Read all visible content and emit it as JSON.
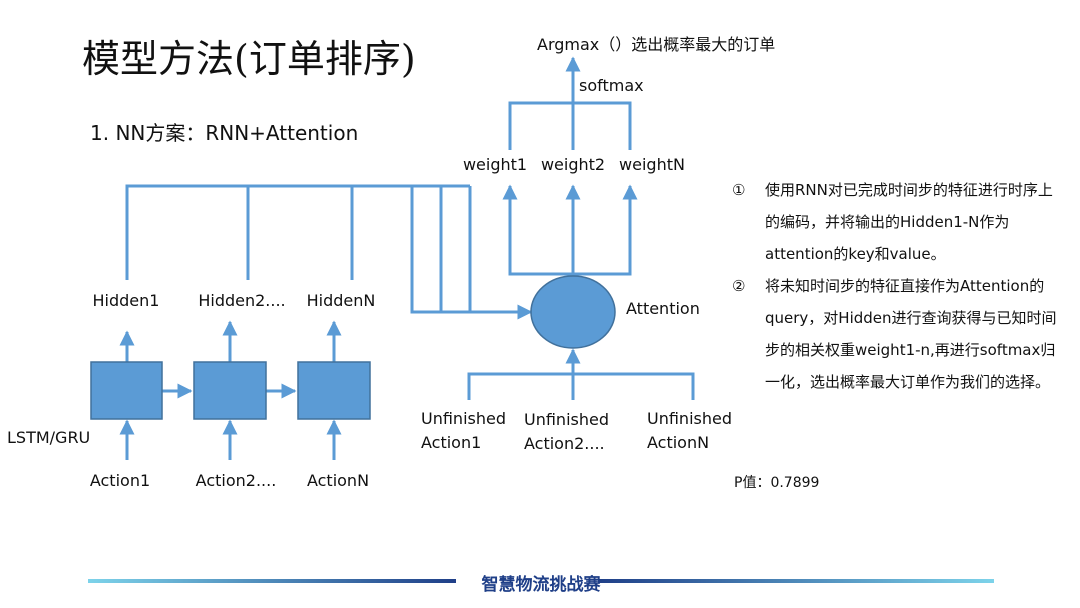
{
  "slide": {
    "title": "模型方法(订单排序)",
    "subtitle": "1. NN方案：RNN+Attention",
    "footer": "智慧物流挑战赛"
  },
  "diagram": {
    "top_label": "Argmax（）选出概率最大的订单",
    "softmax_label": "softmax",
    "weights": [
      "weight1",
      "weight2",
      "weightN"
    ],
    "attention_label": "Attention",
    "hidden": [
      "Hidden1",
      "Hidden2....",
      "HiddenN"
    ],
    "lstm_label": "LSTM/GRU",
    "actions": [
      "Action1",
      "Action2....",
      "ActionN"
    ],
    "unfinished": [
      {
        "line1": "Unfinished",
        "line2": "Action1"
      },
      {
        "line1": "Unfinished",
        "line2": "Action2...."
      },
      {
        "line1": "Unfinished",
        "line2": "ActionN"
      }
    ]
  },
  "notes": [
    {
      "mark": "①",
      "text": "使用RNN对已完成时间步的特征进行时序上的编码，并将输出的Hidden1-N作为attention的key和value。"
    },
    {
      "mark": "②",
      "text": "将未知时间步的特征直接作为Attention的query，对Hidden进行查询获得与已知时间步的相关权重weight1-n,再进行softmax归一化，选出概率最大订单作为我们的选择。"
    }
  ],
  "p_value": "P值：0.7899",
  "colors": {
    "accent": "#5b9bd5",
    "box_stroke": "#41719c",
    "footer": "#1f3f88"
  }
}
